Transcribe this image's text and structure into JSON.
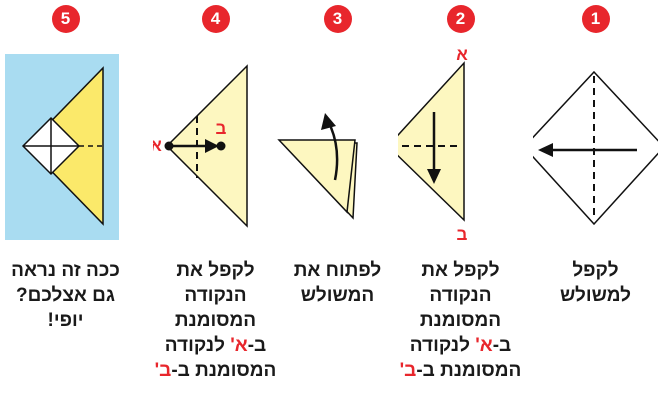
{
  "steps": [
    {
      "number": "1",
      "caption": [
        "לקפל",
        "למשולש"
      ]
    },
    {
      "number": "2",
      "point_a": "א",
      "point_b": "ב",
      "caption": [
        "לקפל את",
        "הנקודה",
        "המסומנת"
      ],
      "caption_line4": {
        "pre": "ב-",
        "mark": "א'",
        "post": " לנקודה"
      },
      "caption_line5": {
        "pre": "המסומנת ב-",
        "mark": "ב'"
      }
    },
    {
      "number": "3",
      "caption": [
        "לפתוח את",
        "המשולש"
      ]
    },
    {
      "number": "4",
      "point_a": "א",
      "point_b": "ב",
      "caption": [
        "לקפל את",
        "הנקודה",
        "המסומנת"
      ],
      "caption_line4": {
        "pre": "ב-",
        "mark": "א'",
        "post": " לנקודה"
      },
      "caption_line5": {
        "pre": "המסומנת ב-",
        "mark": "ב'"
      }
    },
    {
      "number": "5",
      "caption": [
        "ככה זה נראה",
        "גם אצלכם?",
        "יופי!"
      ]
    }
  ],
  "colors": {
    "badge": "#e8262c",
    "paper": "#fdf7c0",
    "paper_dark": "#fbe96a",
    "mat": "#a9dcf1",
    "marker": "#e8262c"
  },
  "icons": [
    "dashed-fold-line",
    "fold-arrow",
    "curved-unfold-arrow",
    "point-dot"
  ]
}
